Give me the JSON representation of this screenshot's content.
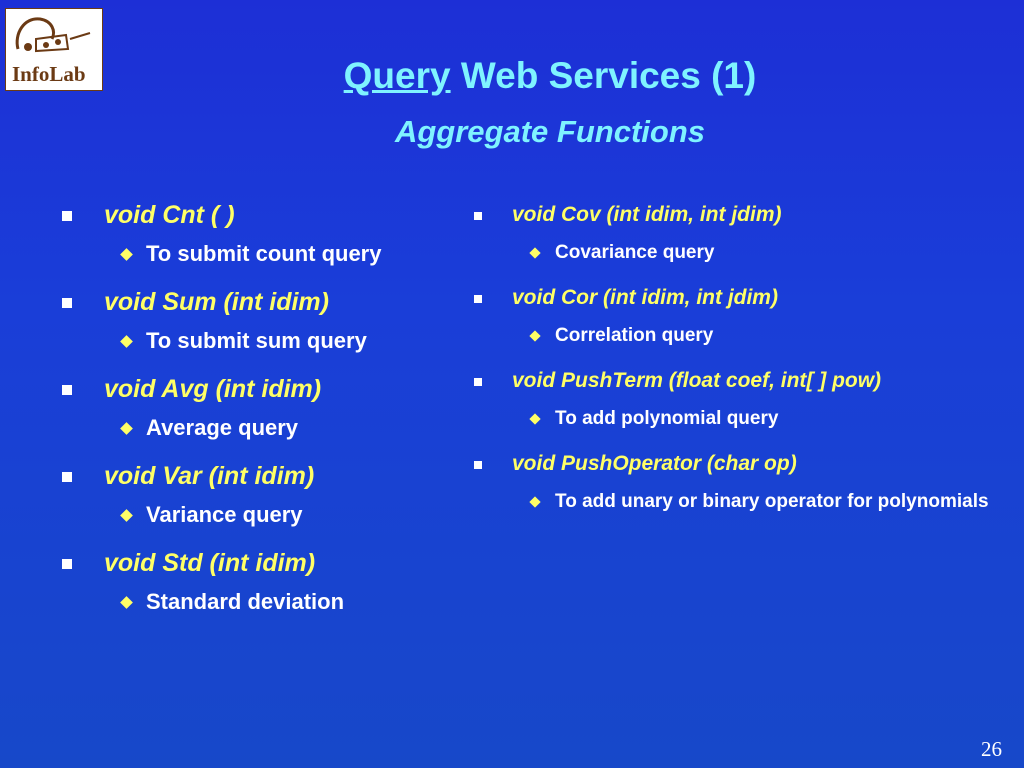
{
  "logo": {
    "text": "InfoLab"
  },
  "title": {
    "link": "Query",
    "rest": " Web Services (1)"
  },
  "subtitle": "Aggregate Functions",
  "left_items": [
    {
      "method": "void Cnt ( )",
      "desc": "To submit count query"
    },
    {
      "method": "void Sum (int idim)",
      "desc": "To submit sum query"
    },
    {
      "method": "void Avg (int idim)",
      "desc": "Average query"
    },
    {
      "method": "void Var (int idim)",
      "desc": "Variance query"
    },
    {
      "method": "void Std (int idim)",
      "desc": "Standard deviation"
    }
  ],
  "right_items": [
    {
      "method": "void Cov (int idim, int jdim)",
      "desc": "Covariance query"
    },
    {
      "method": "void Cor (int idim, int jdim)",
      "desc": "Correlation query"
    },
    {
      "method": "void PushTerm (float coef, int[ ] pow)",
      "desc": "To add polynomial query"
    },
    {
      "method": "void PushOperator (char op)",
      "desc": "To add unary or binary operator for polynomials"
    }
  ],
  "page_number": "26",
  "colors": {
    "accent_title": "#7ff3ff",
    "method_text": "#ffff66",
    "desc_text": "#ffffff"
  }
}
